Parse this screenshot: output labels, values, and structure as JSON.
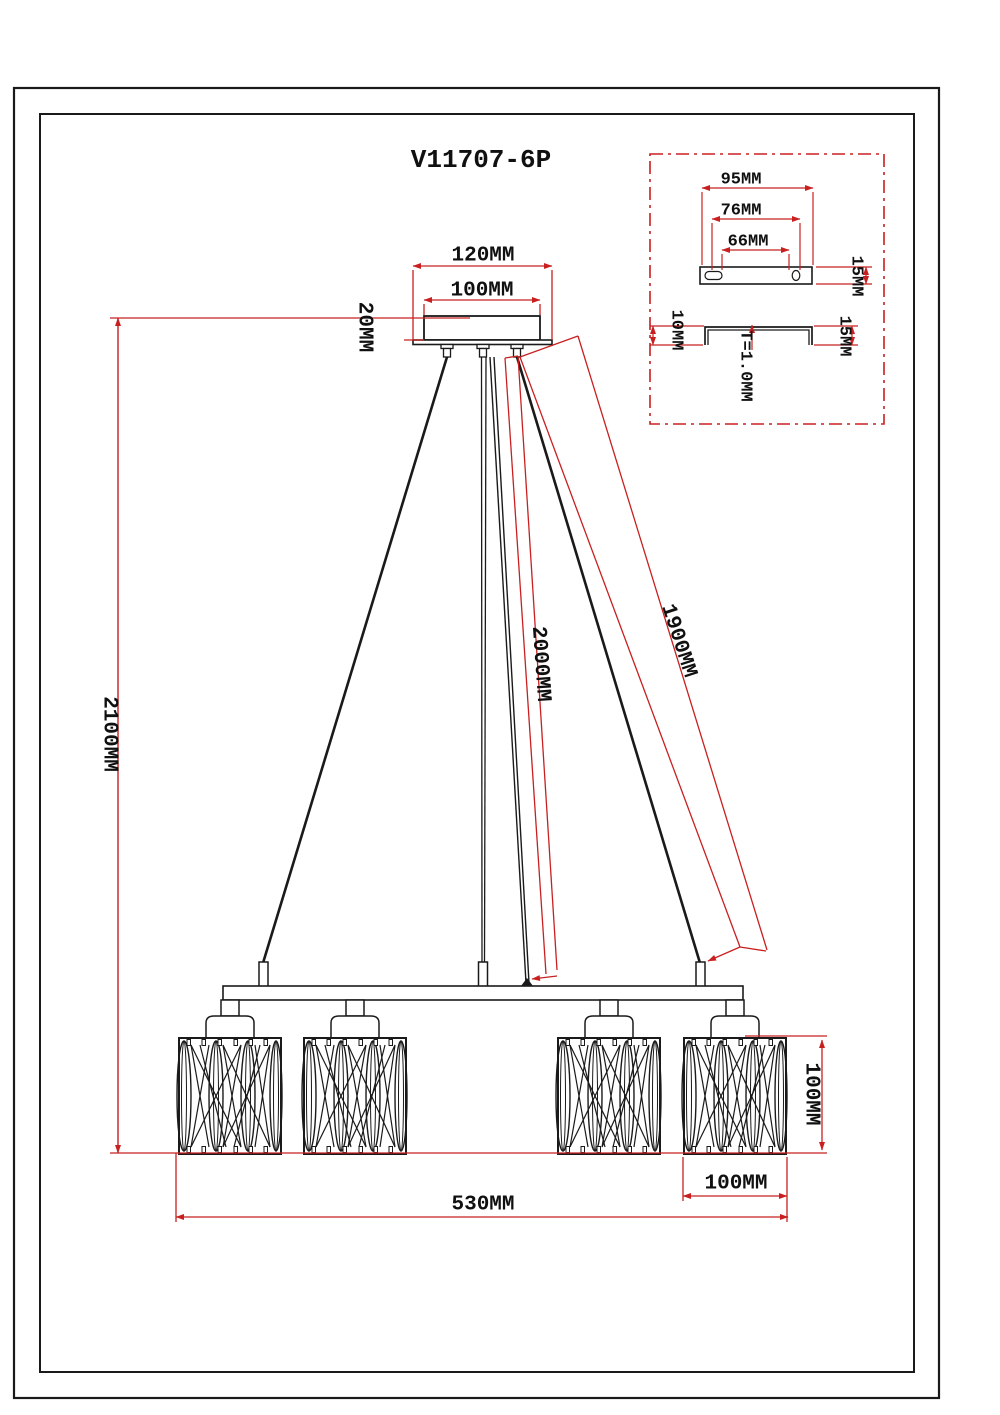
{
  "sheet": {
    "title": "V11707-6P"
  },
  "dimensions": {
    "canopy_width_outer": "120MM",
    "canopy_width_inner": "100MM",
    "canopy_height": "20MM",
    "overall_height": "2100MM",
    "center_wire_length": "2000MM",
    "outer_wire_length": "1900MM",
    "shade_height": "100MM",
    "shade_diameter": "100MM",
    "fixture_diameter": "530MM"
  },
  "mounting_plate_detail": {
    "plate_width": "95MM",
    "hole_spacing_outer": "76MM",
    "hole_spacing_inner": "66MM",
    "plate_height": "15MM",
    "flange_depth_left": "10MM",
    "flange_depth_right": "15MM",
    "material_thickness": "T=1.0MM"
  },
  "colors": {
    "dimension_lines": "#c82020",
    "drawing_lines": "#1a1a1a"
  }
}
